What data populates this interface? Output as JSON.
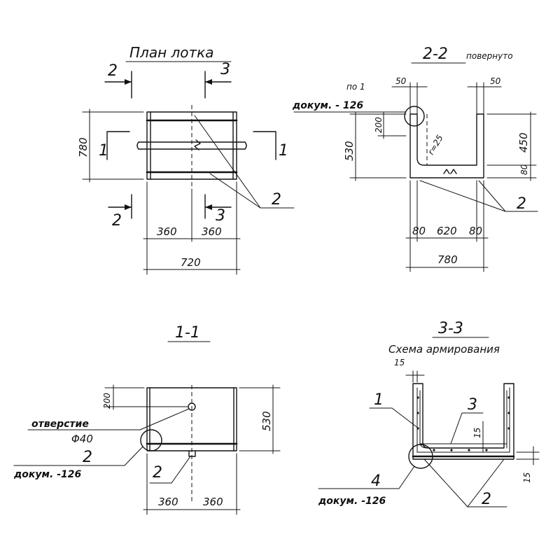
{
  "plan": {
    "title": "План лотка",
    "cut2": "2",
    "cut3": "3",
    "cut1": "1",
    "dim_780": "780",
    "dim_360a": "360",
    "dim_360b": "360",
    "dim_720": "720",
    "callout": "2"
  },
  "section22": {
    "title": "2-2",
    "subtitle": "повернуто",
    "ref_pos": "по 1",
    "ref_doc": "докум. - 126",
    "dim_50a": "50",
    "dim_50b": "50",
    "dim_200": "200",
    "dim_530": "530",
    "dim_450": "450",
    "dim_80v": "80",
    "radius": "r=25",
    "dim_80a": "80",
    "dim_620": "620",
    "dim_80b": "80",
    "dim_780": "780",
    "callout": "2"
  },
  "section11": {
    "title": "1-1",
    "dim_200": "200",
    "dim_530": "530",
    "hole_label": "отверстие",
    "hole_size": "Φ40",
    "ref_pos": "2",
    "ref_doc": "докум. -126",
    "callout": "2",
    "dim_360a": "360",
    "dim_360b": "360"
  },
  "section33": {
    "title": "3-3",
    "subtitle": "Схема армирования",
    "dim_15top": "15",
    "dim_15mid": "15",
    "dim_15right": "15",
    "pos1": "1",
    "pos3": "3",
    "pos4": "4",
    "ref_doc": "докум. -126",
    "callout": "2"
  }
}
